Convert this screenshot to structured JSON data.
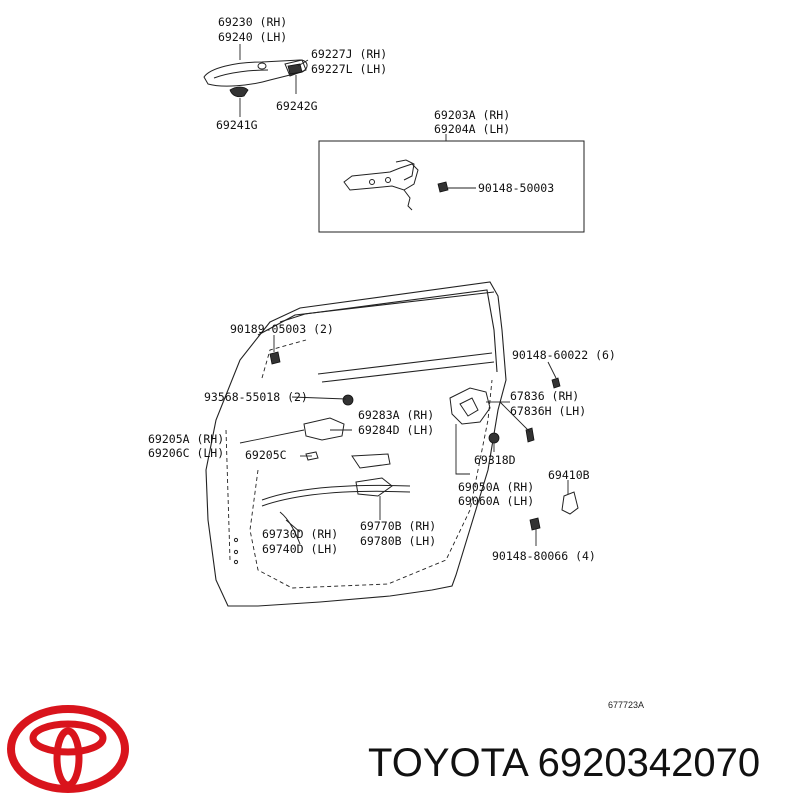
{
  "labels": {
    "p69230": "69230 (RH)",
    "p69240": "69240 (LH)",
    "p69227J": "69227J (RH)",
    "p69227L": "69227L (LH)",
    "p69242G": "69242G",
    "p69241G": "69241G",
    "p69203A": "69203A (RH)",
    "p69204A": "69204A (LH)",
    "p90148_50003": "90148-50003",
    "p90189_05003": "90189-05003 (2)",
    "p90148_60022": "90148-60022 (6)",
    "p93568_55018": "93568-55018 (2)",
    "p67836": "67836 (RH)",
    "p67836H": "67836H (LH)",
    "p69283A": "69283A (RH)",
    "p69284D": "69284D (LH)",
    "p69205A": "69205A (RH)",
    "p69206C": "69206C (LH)",
    "p69205C": "69205C",
    "p69318D": "69318D",
    "p69410B": "69410B",
    "p69050A": "69050A (RH)",
    "p69060A": "69060A (LH)",
    "p69730D": "69730D (RH)",
    "p69740D": "69740D (LH)",
    "p69770B": "69770B (RH)",
    "p69780B": "69780B (LH)",
    "p90148_80066": "90148-80066 (4)"
  },
  "figure_code": "677723A",
  "brand": {
    "name": "TOYOTA 6920342070",
    "logo_color": "#d9141c"
  }
}
